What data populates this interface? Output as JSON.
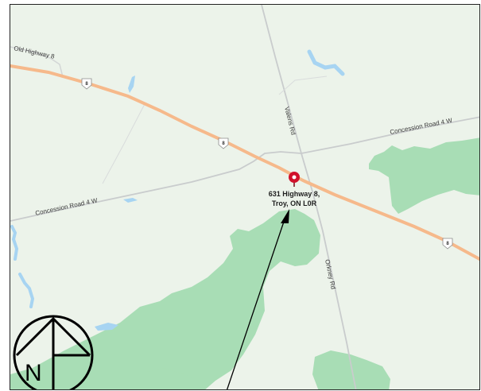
{
  "map": {
    "roads": {
      "old_highway_8": "Old Highway 8",
      "concession_road_west": "Concession Road 4 W",
      "concession_road_east": "Concession Road 4 W",
      "valens_rd": "Valens Rd",
      "orkney_rd": "Orkney Rd"
    },
    "highway_shield": "8",
    "address": {
      "line1": "631 Highway 8,",
      "line2": "Troy, ON L0R"
    },
    "north_arrow": {
      "letter": "N"
    },
    "colors": {
      "land": "#ecf3ea",
      "forest": "#a8ddb5",
      "water": "#a7d4f2",
      "highway": "#f6b98b",
      "minor_road": "#c9cccd",
      "pin": "#d0112b"
    }
  }
}
